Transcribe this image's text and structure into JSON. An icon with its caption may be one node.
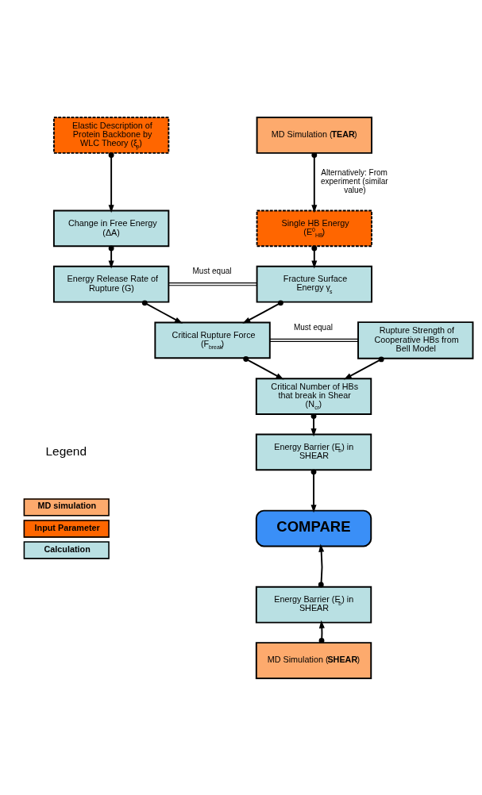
{
  "diagram": {
    "nodes": [
      {
        "text": [
          "Elastic Description of Protein Backbone by WLC Theory (ξ$_{p}$)"
        ]
      },
      {
        "text": [
          "MD Simulation (**TEAR**)"
        ]
      },
      {
        "text": [
          "Change in Free Energy (ΔA)"
        ]
      },
      {
        "text": [
          "Single HB Energy (E$^{0}$$_{HB}$)"
        ]
      },
      {
        "text": [
          "Energy Release Rate of Rupture (G)"
        ]
      },
      {
        "text": [
          "Fracture Surface Energy γ$_{s}$"
        ]
      },
      {
        "text": [
          "Critical Rupture Force (F$_{break}$)"
        ]
      },
      {
        "text": [
          "Rupture Strength of Cooperative HBs from Bell Model"
        ]
      },
      {
        "text": [
          "Critical Number of HBs that break in Shear (N$_{cr}$)"
        ]
      },
      {
        "text": [
          "Energy Barrier (E$_{b}$) in SHEAR"
        ]
      },
      {
        "text": [
          "COMPARE"
        ]
      },
      {
        "text": [
          "Energy Barrier (E$_{b}$) in SHEAR"
        ]
      },
      {
        "text": [
          "MD Simulation (**SHEAR**)"
        ]
      }
    ],
    "edges": [
      {
        "from": 0,
        "to": 2,
        "arrow": "to"
      },
      {
        "from": 1,
        "to": 3,
        "arrow": "to",
        "label": "Alternatively: From experiment (similar value)"
      },
      {
        "from": 2,
        "to": 4,
        "arrow": "to"
      },
      {
        "from": 3,
        "to": 5,
        "arrow": "to"
      },
      {
        "from": 4,
        "to": 5,
        "arrow": "none",
        "label": "Must equal"
      },
      {
        "from": 4,
        "to": 6,
        "arrow": "to"
      },
      {
        "from": 5,
        "to": 6,
        "arrow": "to"
      },
      {
        "from": 6,
        "to": 7,
        "arrow": "none",
        "label": "Must equal"
      },
      {
        "from": 6,
        "to": 8,
        "arrow": "to"
      },
      {
        "from": 7,
        "to": 8,
        "arrow": "to"
      },
      {
        "from": 8,
        "to": 9,
        "arrow": "to"
      },
      {
        "from": 9,
        "to": 10,
        "arrow": "to"
      },
      {
        "from": 11,
        "to": 10,
        "arrow": "to"
      },
      {
        "from": 12,
        "to": 11,
        "arrow": "to"
      }
    ],
    "labels": [
      "Legend"
    ],
    "legend": [
      {
        "text": "MD simulation",
        "color": "#fdaa6d"
      },
      {
        "text": "Input Parameter",
        "color": "#ff6600"
      },
      {
        "text": "Calculation",
        "color": "#b9e0e3"
      }
    ]
  }
}
